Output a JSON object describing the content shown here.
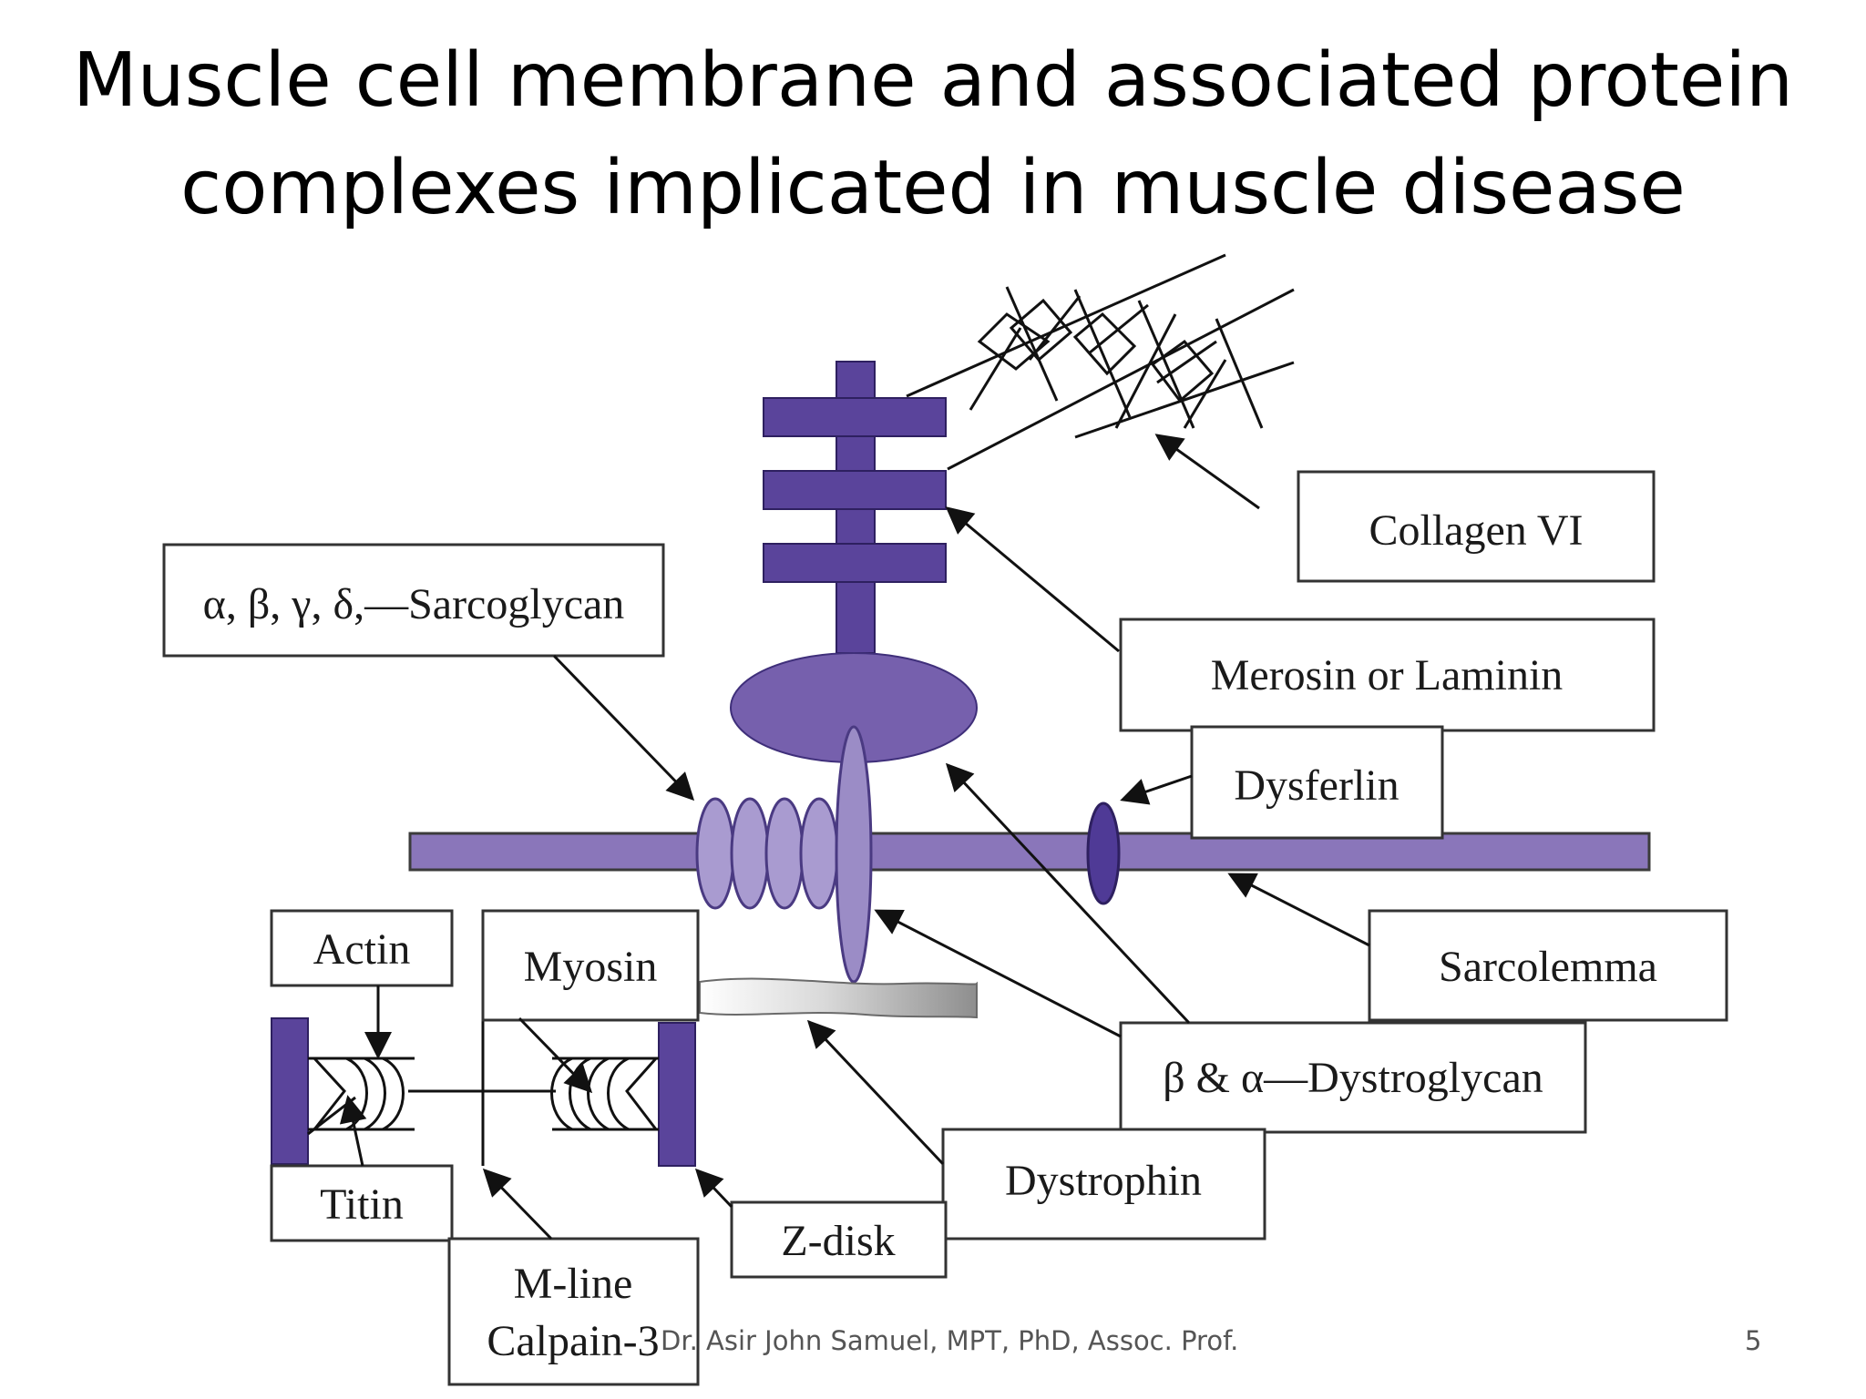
{
  "slide": {
    "title_line1": "Muscle cell membrane and associated protein",
    "title_line2": "complexes implicated in muscle disease",
    "footer_author": "Dr. Asir John Samuel, MPT, PhD, Assoc. Prof.",
    "page_number": "5"
  },
  "labels": {
    "collagen": "Collagen VI",
    "sarcoglycan": "α, β, γ, δ,—Sarcoglycan",
    "merosin": "Merosin or Laminin",
    "dysferlin": "Dysferlin",
    "sarcolemma": "Sarcolemma",
    "actin": "Actin",
    "myosin": "Myosin",
    "dystroglycan": "β & α—Dystroglycan",
    "dystrophin": "Dystrophin",
    "titin": "Titin",
    "zdisk": "Z-disk",
    "mline": "M-line",
    "calpain": "Calpain-3"
  },
  "colors": {
    "dark_purple": "#5a449b",
    "mid_purple": "#7660ad",
    "light_purple": "#a99bd0",
    "membrane": "#8a76ba"
  }
}
